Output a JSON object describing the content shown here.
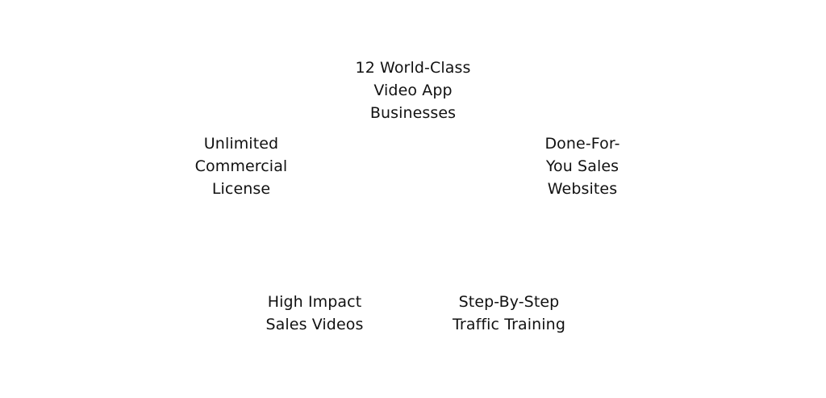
{
  "features": {
    "top": {
      "lines": [
        "12 World-Class",
        "Video App",
        "Businesses"
      ]
    },
    "left": {
      "lines": [
        "Unlimited",
        "Commercial",
        "License"
      ]
    },
    "right": {
      "lines": [
        "Done-For-",
        "You Sales",
        "Websites"
      ]
    },
    "bottom_left": {
      "lines": [
        "High Impact",
        "Sales Videos"
      ]
    },
    "bottom_right": {
      "lines": [
        "Step-By-Step",
        "Traffic Training"
      ]
    }
  }
}
